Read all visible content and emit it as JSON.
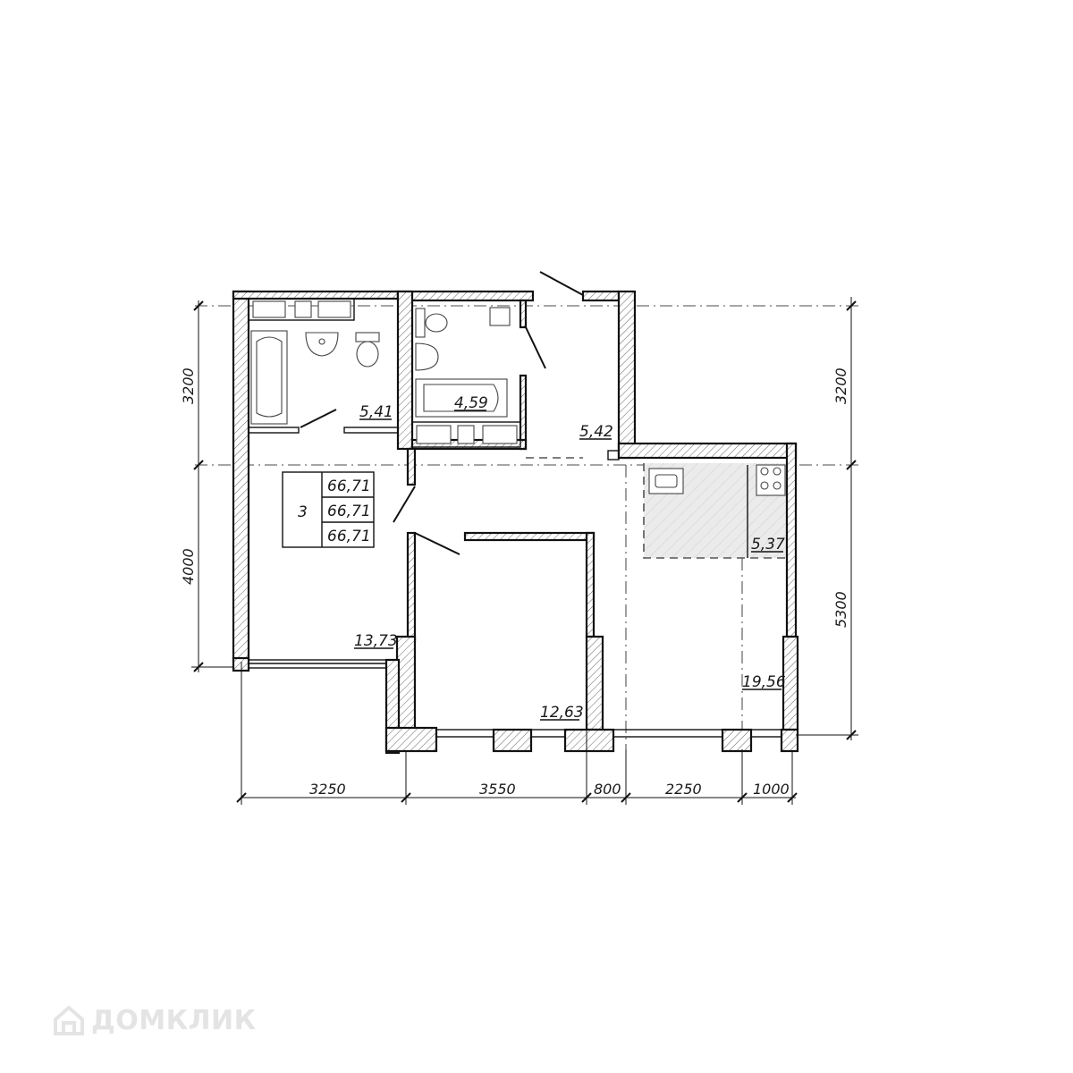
{
  "rooms": {
    "bathroom_1": "5,41",
    "bathroom_2": "4,59",
    "hallway": "5,42",
    "living_room": "13,73",
    "bedroom": "12,63",
    "kitchen_zone": "5,37",
    "kitchen_living": "19,56"
  },
  "summary": {
    "rooms_count": "3",
    "area_total": "66,71",
    "area_living": "66,71",
    "area_reduced": "66,71"
  },
  "dimensions": {
    "bottom": [
      "3250",
      "3550",
      "800",
      "2250",
      "1000"
    ],
    "left": [
      "3200",
      "4000"
    ],
    "right": [
      "3200",
      "5300"
    ]
  },
  "watermark": {
    "text": "ДОМКЛИК",
    "icon": "house-logo-icon"
  },
  "colors": {
    "line": "#111111",
    "kitchen_fill": "#e8e8e8",
    "watermark": "#e4e4e4"
  }
}
